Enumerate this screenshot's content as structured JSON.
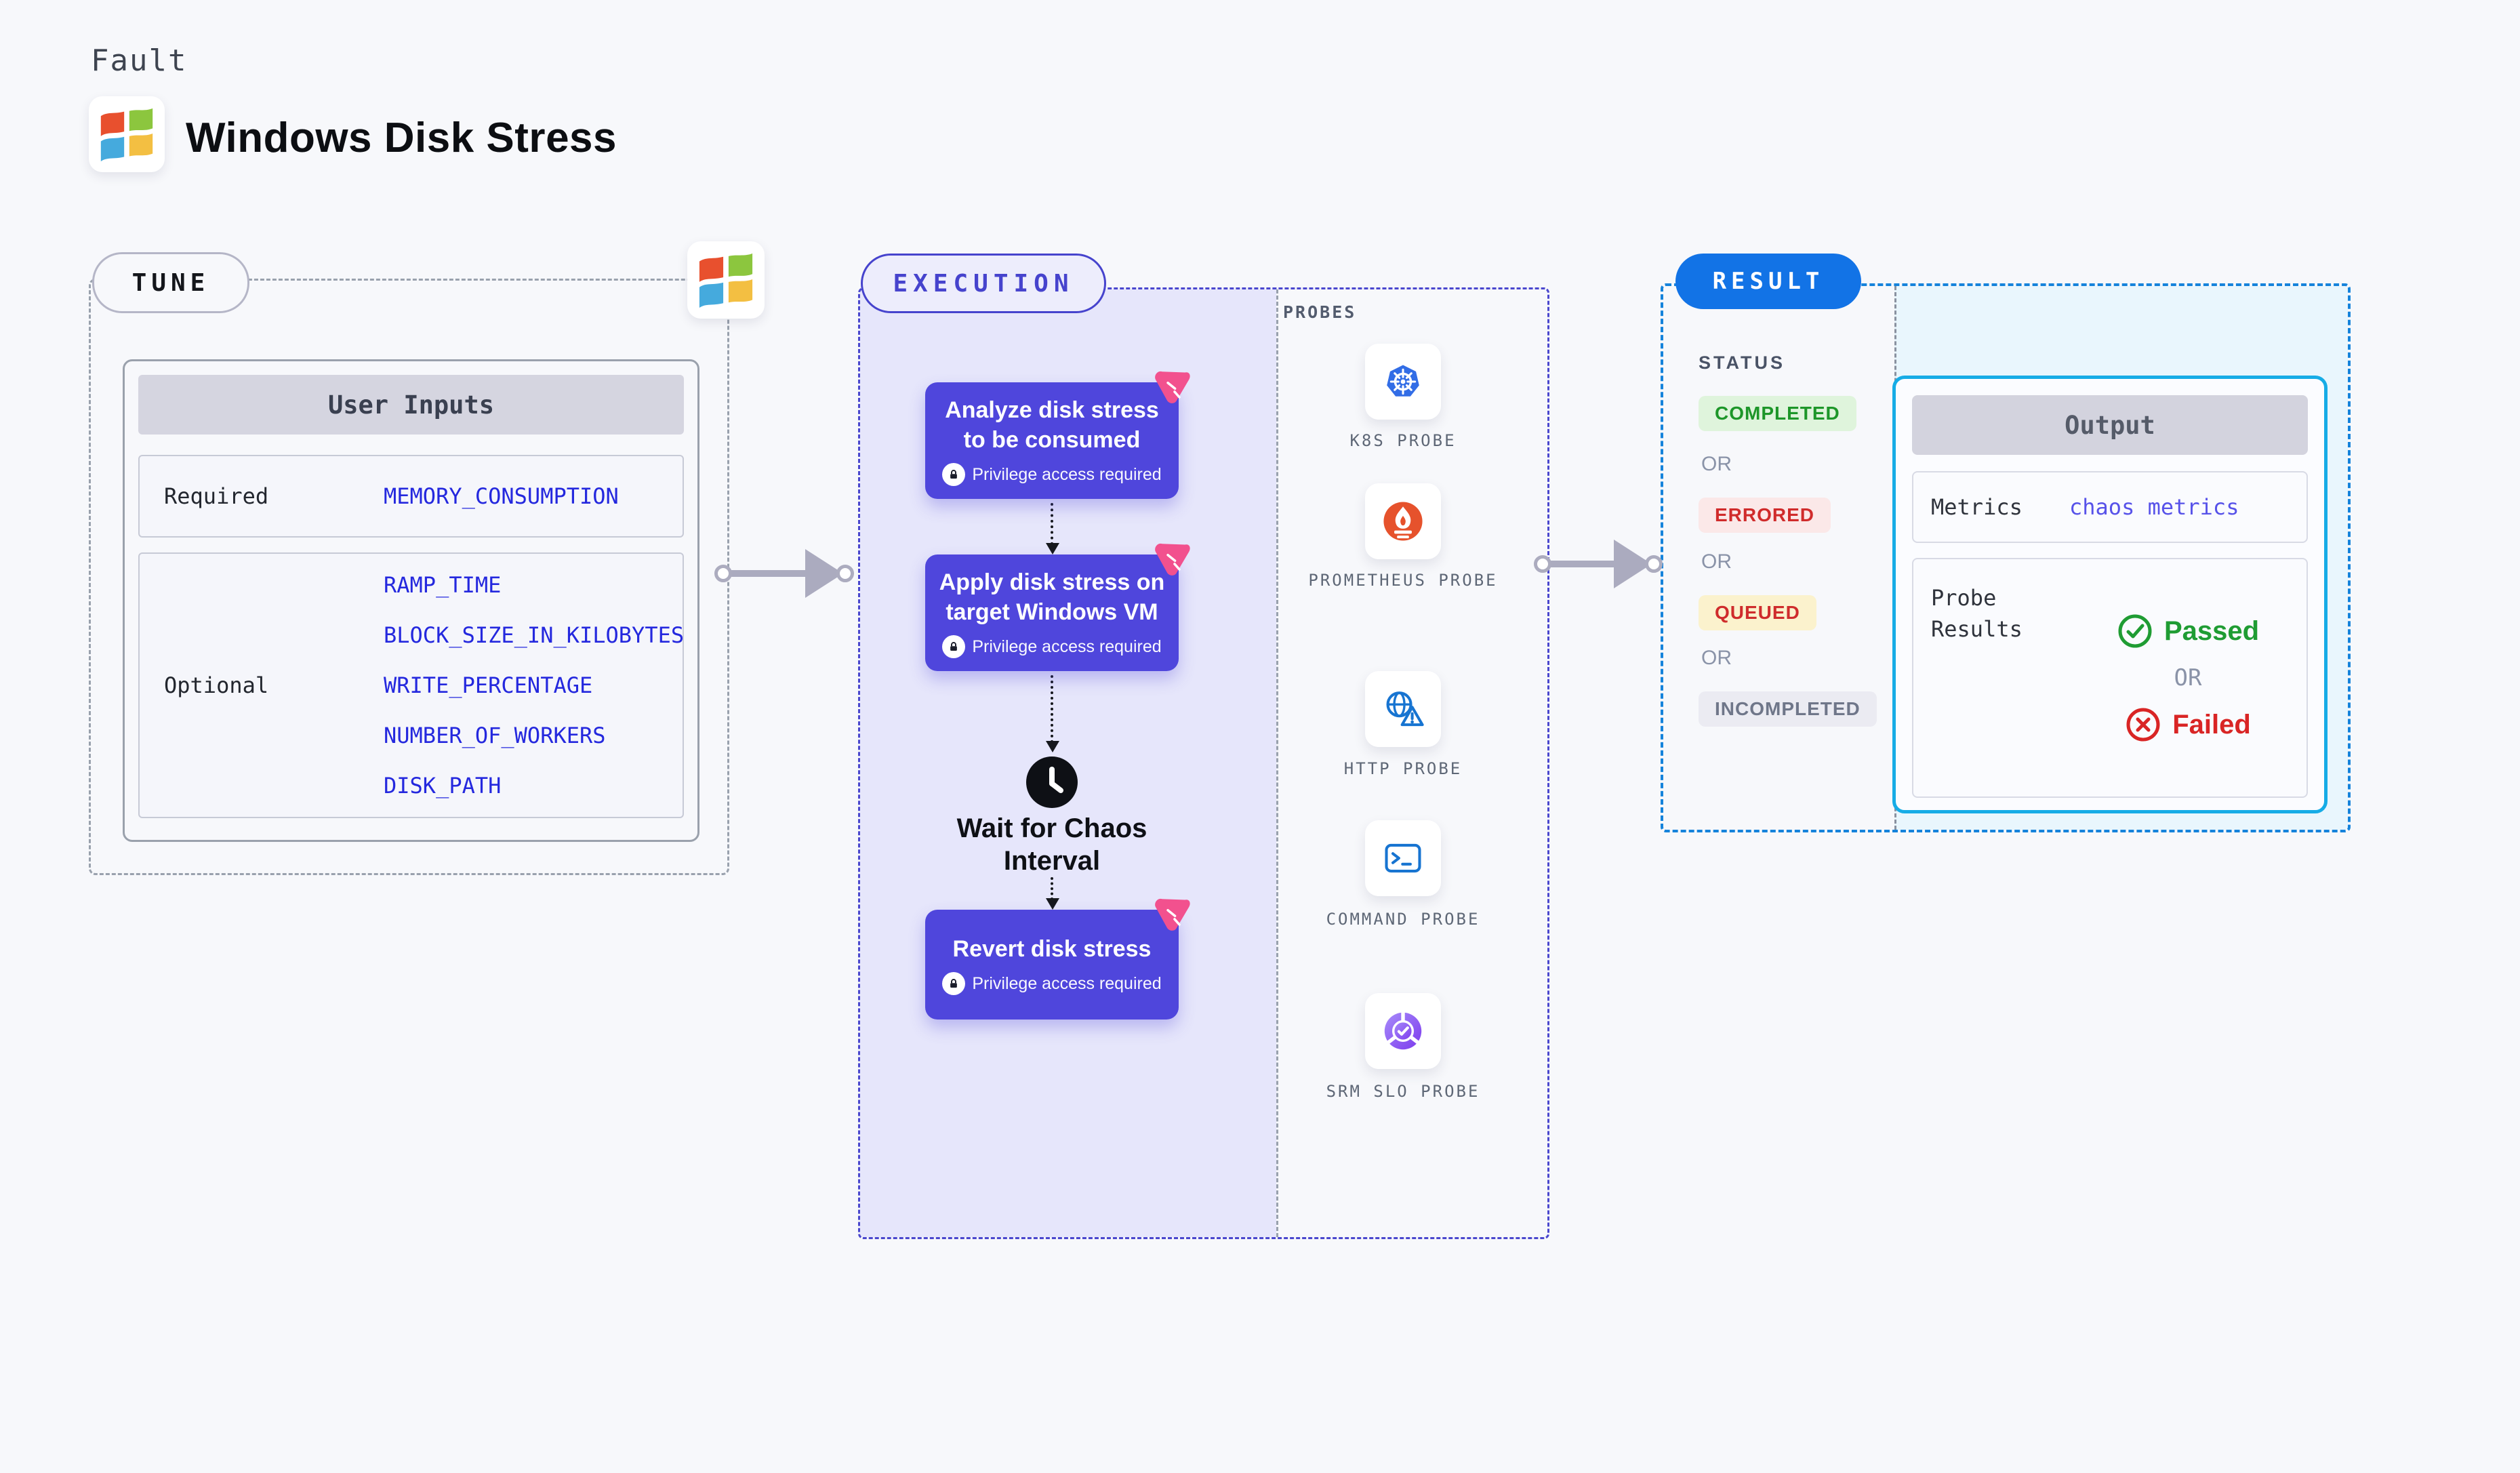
{
  "page": {
    "kind_label": "Fault",
    "title": "Windows Disk Stress"
  },
  "colors": {
    "page_bg": "#f7f8fb",
    "node_purple": "#4f46dc",
    "execution_accent": "#4643cd",
    "execution_bg": "#e6e6fb",
    "result_accent": "#1273e6",
    "result_dash_blue": "#1583db",
    "result_bg": "#e9f6fd",
    "output_border": "#16ace6",
    "env_var_blue": "#2428de",
    "metrics_link_blue": "#5752e9",
    "completed_green": "#1d9629",
    "errored_red": "#d02b2b",
    "queued_red_on_yellow": "#cf2c2c",
    "incompleted_gray": "#6f7689",
    "passed_green": "#1f9c33",
    "failed_red": "#d92525",
    "chaos_pink": "#f2518e",
    "arrow_gray": "#ababbf"
  },
  "tune": {
    "pill": "TUNE",
    "table_header": "User Inputs",
    "required_label": "Required",
    "required_values": [
      "MEMORY_CONSUMPTION"
    ],
    "optional_label": "Optional",
    "optional_values": [
      "RAMP_TIME",
      "BLOCK_SIZE_IN_KILOBYTES",
      "WRITE_PERCENTAGE",
      "NUMBER_OF_WORKERS",
      "DISK_PATH"
    ]
  },
  "execution": {
    "pill": "EXECUTION",
    "nodes": [
      {
        "title_lines": [
          "Analyze disk stress",
          "to be consumed"
        ],
        "badge": "Privilege access required"
      },
      {
        "title_lines": [
          "Apply disk stress on",
          "target Windows VM"
        ],
        "badge": "Privilege access required"
      },
      {
        "title_lines": [
          "Revert disk stress"
        ],
        "badge": "Privilege access required"
      }
    ],
    "wait_label": "Wait for Chaos Interval"
  },
  "probes": {
    "heading": "PROBES",
    "items": [
      {
        "label": "K8S PROBE",
        "icon": "kubernetes-icon"
      },
      {
        "label": "PROMETHEUS PROBE",
        "icon": "prometheus-icon"
      },
      {
        "label": "HTTP PROBE",
        "icon": "http-globe-warning-icon"
      },
      {
        "label": "COMMAND PROBE",
        "icon": "terminal-icon"
      },
      {
        "label": "SRM SLO PROBE",
        "icon": "srm-slo-icon"
      }
    ]
  },
  "result": {
    "pill": "RESULT",
    "status_heading": "STATUS",
    "statuses": [
      "COMPLETED",
      "ERRORED",
      "QUEUED",
      "INCOMPLETED"
    ],
    "or_label": "OR",
    "output": {
      "header": "Output",
      "metrics_label": "Metrics",
      "metrics_value": "chaos metrics",
      "probe_results_label": "Probe Results",
      "passed": "Passed",
      "or_label": "OR",
      "failed": "Failed"
    }
  }
}
